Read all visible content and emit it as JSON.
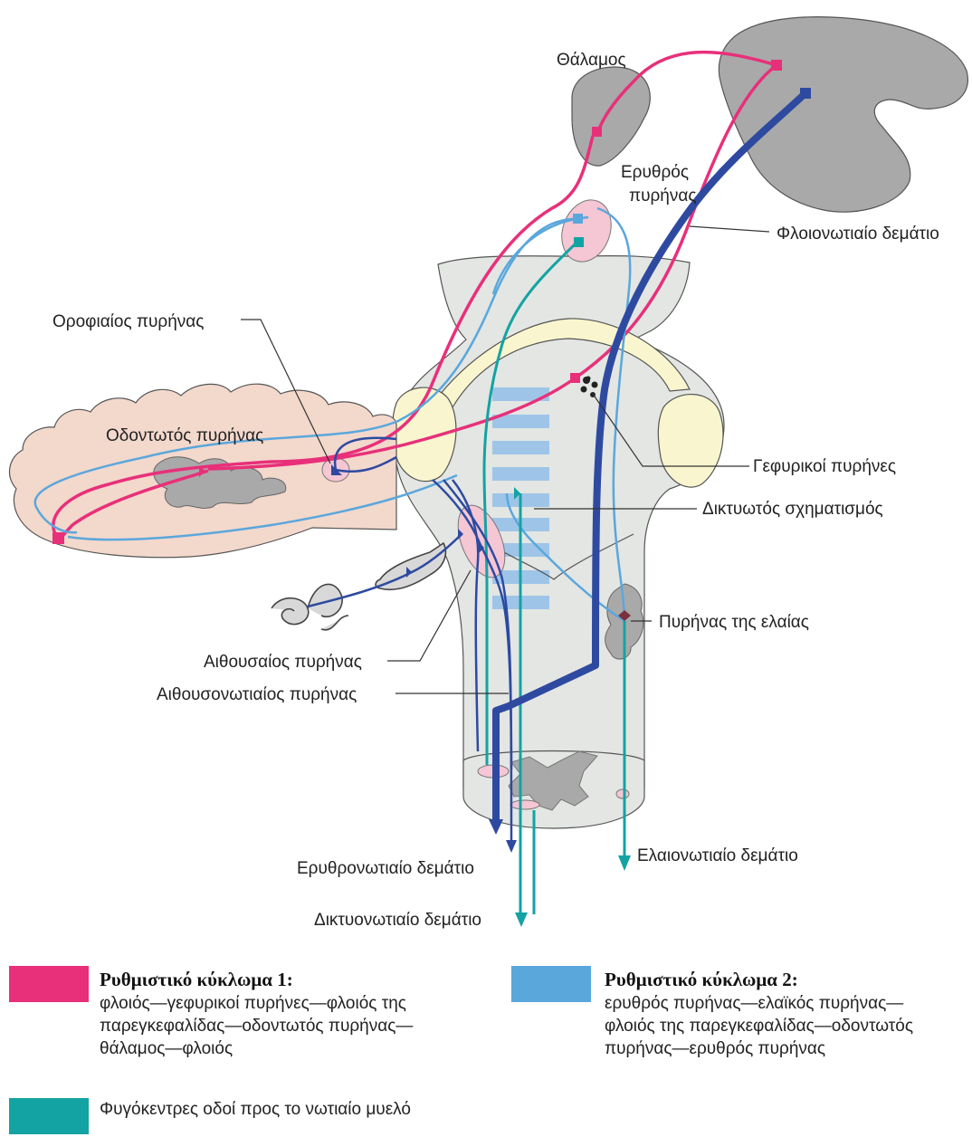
{
  "labels": {
    "thalamus": "Θάλαμος",
    "red_nucleus_line1": "Ερυθρός",
    "red_nucleus_line2": "πυρήνας",
    "corticospinal": "Φλοιονωτιαίο δεμάτιο",
    "fastigial": "Οροφιαίος πυρήνας",
    "dentate": "Οδοντωτός πυρήνας",
    "pontine": "Γεφυρικοί πυρήνες",
    "reticular": "Δικτυωτός σχηματισμός",
    "olivary": "Πυρήνας της ελαίας",
    "vestibular": "Αιθουσαίος πυρήνας",
    "vestibulospinal": "Αιθουσονωτιαίος πυρήνας",
    "rubrospinal": "Ερυθρονωτιαίο δεμάτιο",
    "olivospinal": "Ελαιονωτιαίο δεμάτιο",
    "reticulospinal": "Δικτυονωτιαίο δεμάτιο"
  },
  "legend": {
    "circuit1": {
      "title": "Ρυθμιστικό κύκλωμα 1:",
      "lines": [
        "φλοιός—γεφυρικοί πυρήνες—φλοιός της",
        "παρεγκεφαλίδας—οδοντωτός πυρήνας—",
        "θάλαμος—φλοιός"
      ]
    },
    "circuit2": {
      "title": "Ρυθμιστικό κύκλωμα 2:",
      "lines": [
        "ερυθρός πυρήνας—ελαϊκός πυρήνας—",
        "φλοιός της παρεγκεφαλίδας—οδοντωτός",
        "πυρήνας—ερυθρός πυρήνας"
      ]
    },
    "efferent": {
      "text": "Φυγόκεντρες οδοί προς το νωτιαίο μυελό"
    }
  },
  "colors": {
    "circuit1": "#e8307a",
    "circuit2": "#5aa7dc",
    "efferent": "#13a3a3",
    "corticospinal": "#2e4aa0",
    "brainstem": "#e3e6e3",
    "cerebellum": "#f3d8cc",
    "pons": "#f9f6cf",
    "gray_matter": "#a9a9a9"
  }
}
